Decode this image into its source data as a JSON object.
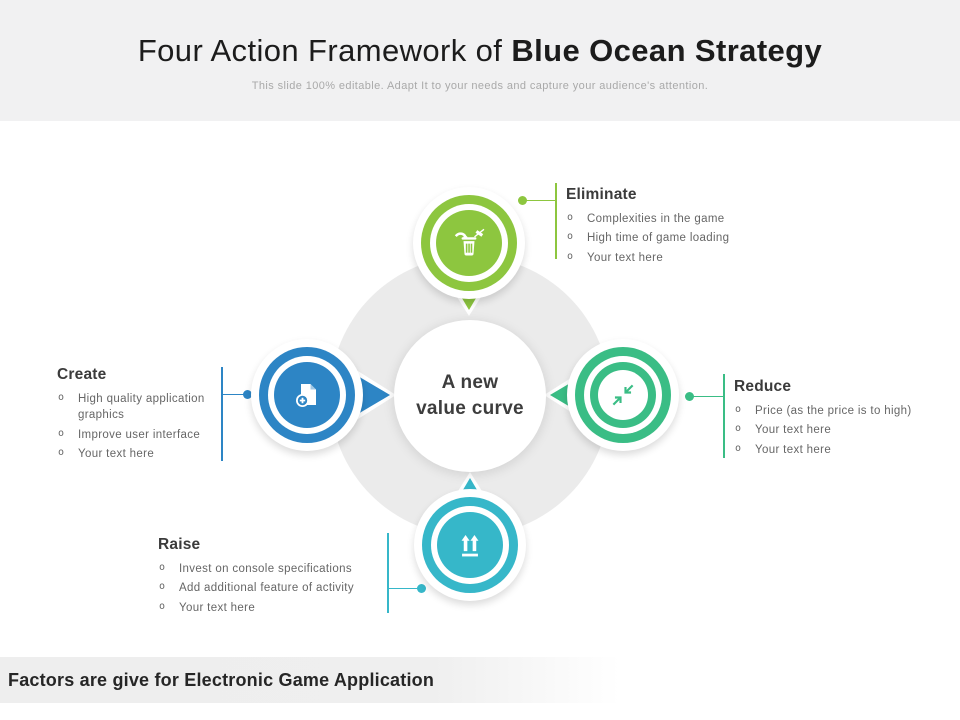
{
  "slide": {
    "title_regular": "Four Action Framework of ",
    "title_bold": "Blue Ocean Strategy",
    "subtitle": "This slide 100% editable. Adapt  It to your needs and capture  your audience's attention.",
    "footer": "Factors are give for Electronic Game Application"
  },
  "center": {
    "line1": "A new",
    "line2": "value curve"
  },
  "sections": {
    "eliminate": {
      "title": "Eliminate",
      "color": "#8dc63f",
      "icon": "trash-delete-icon",
      "bullets": [
        "Complexities in the game",
        "High time of game loading",
        "Your text here"
      ]
    },
    "reduce": {
      "title": "Reduce",
      "color": "#3abd85",
      "icon": "compress-arrows-icon",
      "bullets": [
        "Price (as the price is to high)",
        "Your text here",
        "Your text here"
      ]
    },
    "create": {
      "title": "Create",
      "color": "#2d85c5",
      "icon": "add-document-icon",
      "bullets": [
        "High quality application graphics",
        "Improve user interface",
        "Your text here"
      ]
    },
    "raise": {
      "title": "Raise",
      "color": "#36b7c9",
      "icon": "up-arrows-icon",
      "bullets": [
        "Invest on console specifications",
        "Add additional feature of activity",
        "Your text here"
      ]
    }
  },
  "colors": {
    "header_band": "#f1f1f2",
    "gray_circle": "#ebebeb",
    "body_text": "#666666",
    "heading_text": "#3b3b3b"
  }
}
